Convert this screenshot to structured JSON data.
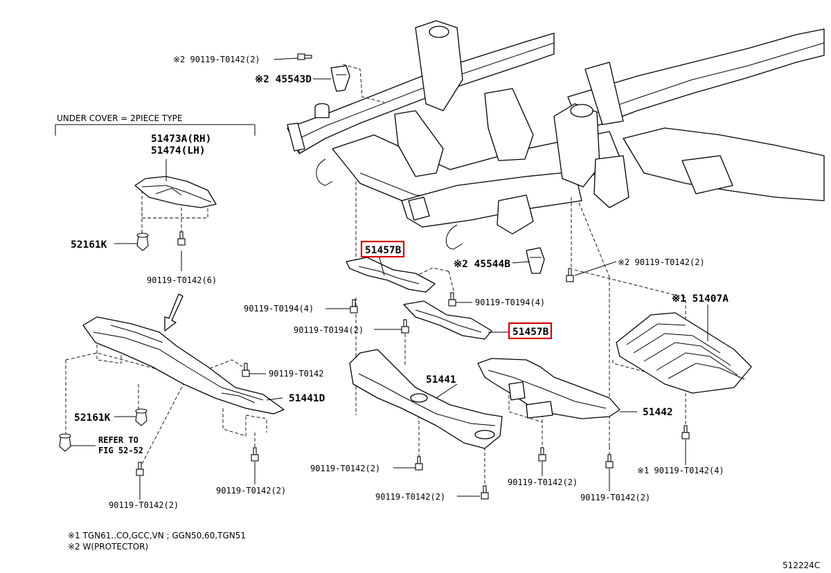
{
  "header": {
    "group_title": "UNDER COVER = 2PIECE TYPE",
    "diagram_id": "512224C"
  },
  "labels": {
    "bolt_top": "※2 90119-T0142(2)",
    "bracket_45543d": "※2 45543D",
    "cover_rh": "51473A(RH)",
    "cover_lh": "51474(LH)",
    "clip_52161k_top": "52161K",
    "bolt_t0142_6": "90119-T0142(6)",
    "bracket_51457b_upper": "51457B",
    "bracket_45544b": "※2 45544B",
    "bolt_right_2": "※2 90119-T0142(2)",
    "cover_51407a": "※1 51407A",
    "bolt_t0194_4_left": "90119-T0194(4)",
    "bolt_t0194_4_right": "90119-T0194(4)",
    "bolt_t0194_2": "90119-T0194(2)",
    "bracket_51457b_lower": "51457B",
    "bolt_t0142_single": "90119-T0142",
    "cover_51441d": "51441D",
    "cover_51441": "51441",
    "clip_52161k_bottom": "52161K",
    "refer_to_1": "REFER TO",
    "refer_to_2": "FIG 52-52",
    "cover_51442": "51442",
    "bolt_51441_a": "90119-T0142(2)",
    "bolt_51441_b": "90119-T0142(2)",
    "bolt_51442_a": "90119-T0142(2)",
    "bolt_51442_b": "90119-T0142(2)",
    "bolt_51407a": "※1 90119-T0142(4)",
    "bolt_left_bottom": "90119-T0142(2)",
    "bolt_51441d": "90119-T0142(2)"
  },
  "notes": {
    "note1": "※1 TGN61..CO,GCC,VN ; GGN50,60,TGN51",
    "note2": "※2 W(PROTECTOR)"
  },
  "colors": {
    "line": "#000000",
    "highlight": "#d40000",
    "background": "#ffffff"
  }
}
